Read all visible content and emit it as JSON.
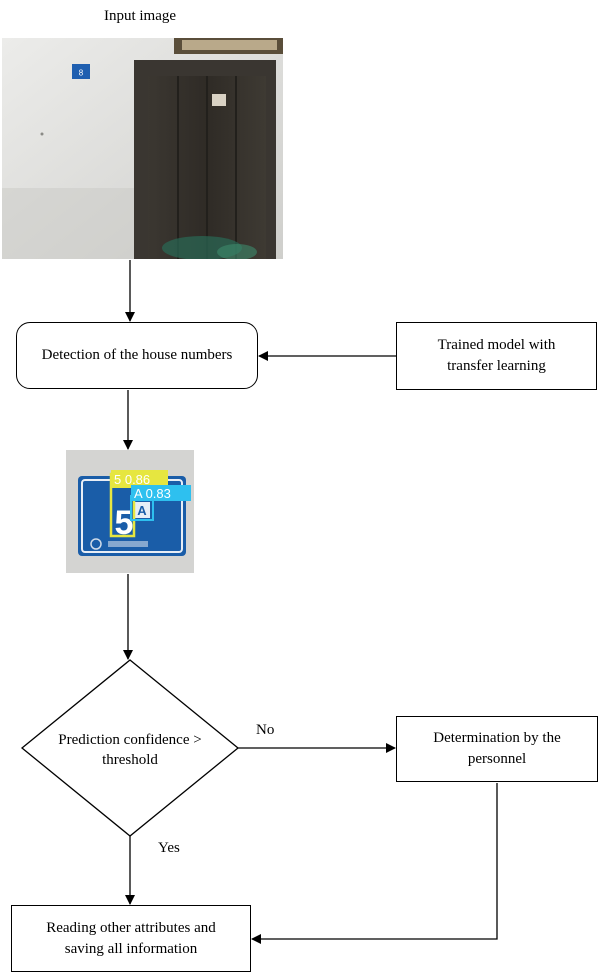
{
  "input_image": {
    "caption": "Input image",
    "plate_number": "8"
  },
  "nodes": {
    "detection": "Detection of the house numbers",
    "trained_model": [
      "Trained model with",
      "transfer learning"
    ],
    "decision": [
      "Prediction confidence >",
      "threshold"
    ],
    "personnel": [
      "Determination by the",
      "personnel"
    ],
    "reading": [
      "Reading other attributes and",
      "saving all information"
    ]
  },
  "edges": {
    "no": "No",
    "yes": "Yes"
  },
  "detections": [
    {
      "label": "5 0.86",
      "color": "#e6e640"
    },
    {
      "label": "A 0.83",
      "color": "#2ec0ef"
    }
  ],
  "plate": {
    "digit": "5",
    "letter": "A"
  },
  "colors": {
    "plate_blue": "#1a5da8",
    "door": "#35312b",
    "wall": "#e3e3e1"
  }
}
